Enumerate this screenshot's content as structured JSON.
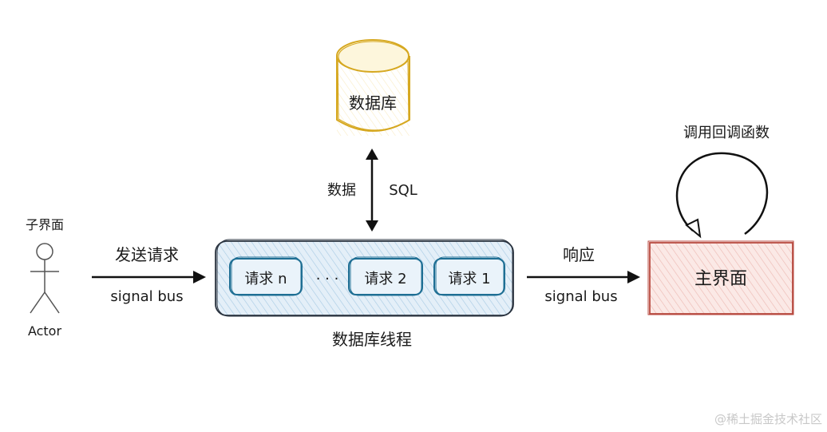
{
  "actor": {
    "caption": "子界面",
    "label": "Actor"
  },
  "database": {
    "label": "数据库"
  },
  "db_link": {
    "left_label": "数据",
    "right_label": "SQL"
  },
  "send_arrow": {
    "top_label": "发送请求",
    "bottom_label": "signal bus"
  },
  "thread": {
    "label": "数据库线程",
    "requests": [
      "请求 n",
      "请求 2",
      "请求 1"
    ],
    "ellipsis": "· · ·"
  },
  "response_arrow": {
    "top_label": "响应",
    "bottom_label": "signal bus"
  },
  "main_ui": {
    "label": "主界面",
    "loop_label": "调用回调函数"
  },
  "watermark": "@稀土掘金技术社区",
  "colors": {
    "database": "#d6a820",
    "database_fill": "#fdf6dc",
    "thread_stroke": "#2b3440",
    "thread_fill": "#e4eff8",
    "request_stroke": "#1f6f94",
    "main_stroke": "#b84a40",
    "main_fill": "#fbe9e6"
  }
}
